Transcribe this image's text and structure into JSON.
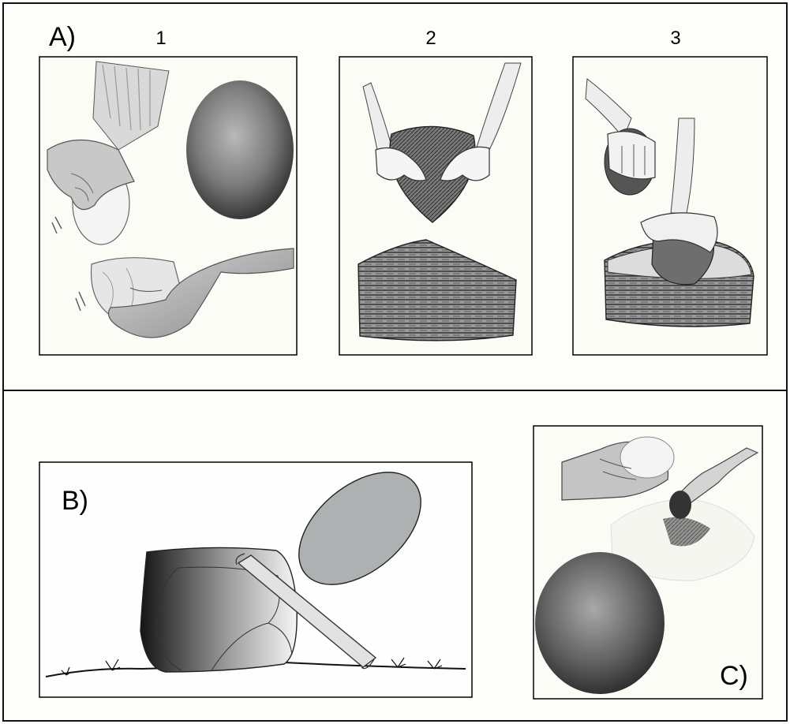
{
  "figure": {
    "section_a": {
      "label": "A)",
      "panels": [
        {
          "number": "1"
        },
        {
          "number": "2"
        },
        {
          "number": "3"
        }
      ]
    },
    "section_b": {
      "label": "B)"
    },
    "section_c": {
      "label": "C)"
    }
  },
  "colors": {
    "frame": "#111111",
    "panel_bg": "#fcfcf7",
    "ellipse_fill": "#adb1b1",
    "board_fill": "#e2e3e1",
    "boulder_dark": "#1a1a1a",
    "boulder_light": "#f4f4f4"
  }
}
